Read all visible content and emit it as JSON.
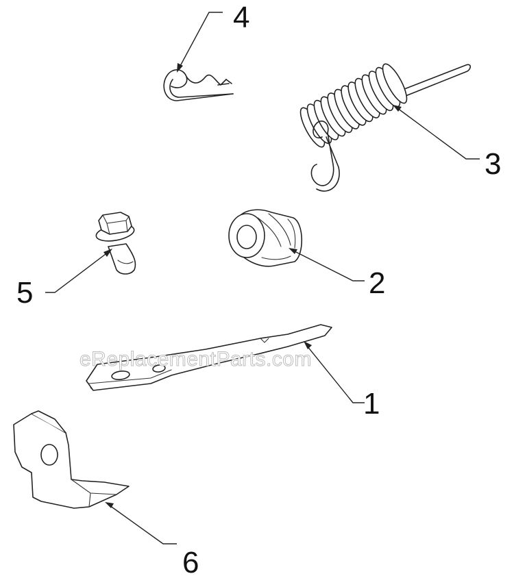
{
  "watermark": "eReplacementParts.com",
  "callouts": [
    {
      "id": "1",
      "label": "1"
    },
    {
      "id": "2",
      "label": "2"
    },
    {
      "id": "3",
      "label": "3"
    },
    {
      "id": "4",
      "label": "4"
    },
    {
      "id": "5",
      "label": "5"
    },
    {
      "id": "6",
      "label": "6"
    }
  ]
}
